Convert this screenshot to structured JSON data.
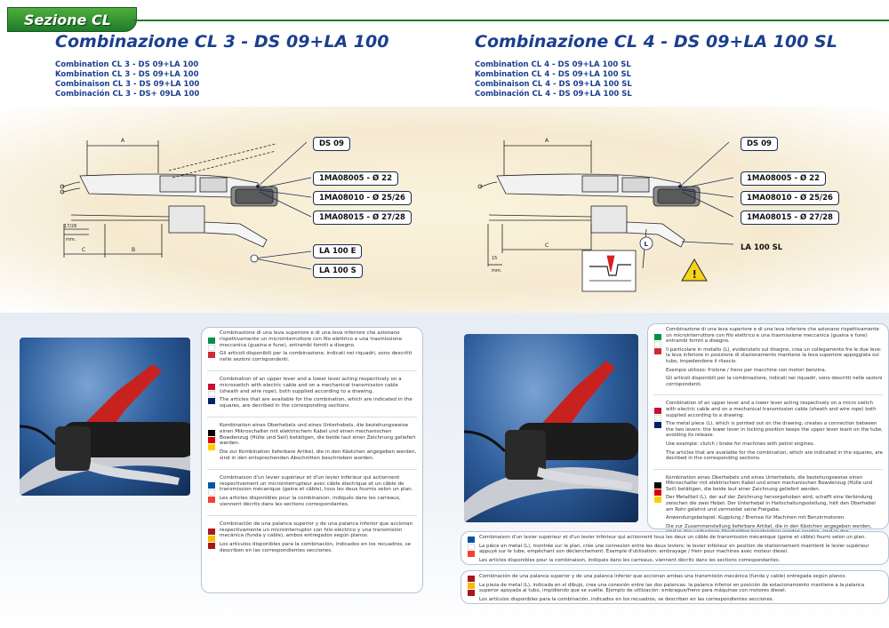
{
  "header": {
    "section_label": "Sezione CL"
  },
  "left": {
    "title": "Combinazione CL 3 - DS 09+LA 100",
    "subtitles": [
      "Combination CL 3 - DS 09+LA 100",
      "Kombination CL 3 - DS 09+LA 100",
      "Combinaison CL 3 - DS 09+LA 100",
      "Combinación CL 3 - DS+ 09LA 100"
    ],
    "callouts": {
      "ds": "DS 09",
      "p1": "1MA08005 - Ø 22",
      "p2": "1MA08010 - Ø 25/26",
      "p3": "1MA08015 - Ø 27/28",
      "la1": "LA 100 E",
      "la2": "LA 100 S"
    },
    "dims": {
      "a": "A",
      "b": "B",
      "c": "C",
      "h": "17/26",
      "mm": "mm."
    },
    "text_blocks": [
      {
        "lang": "it",
        "lines": [
          "Combinazione di una leva superiore e di una leva inferiore che azionano rispettivamente un microinterruttore con filo elettrico e una trasmissione meccanica (guaina e fune), entrambi forniti a disegno.",
          "Gli articoli disponibili per la combinazione, indicati nei riquadri, sono descritti nelle sezioni corrispondenti."
        ]
      },
      {
        "lang": "en",
        "lines": [
          "Combination of an upper lever and a lower lever acting respectively on a microswitch with electric cable and on a mechanical transmission cable (sheath and wire rope), both supplied according to a drawing.",
          "The articles that are available for the combination, which are indicated in the squares, are decribed in the corresponding sections."
        ]
      },
      {
        "lang": "de",
        "lines": [
          "Kombination eines Oberhebels und eines Unterhebels, die beziehungsweise einen Mikroschalter mit elektrischem Kabel und einen mechanischen Bowdenzug (Hülle und Seil) betätigen, die beide laut einer Zeichnung geliefert werden.",
          "Die zur Kombination lieferbare Artikel, die in den Kästchen angegeben werden, sind in den entsprechenden Abschnitten beschrieben worden."
        ]
      },
      {
        "lang": "fr",
        "lines": [
          "Combinaison d'un levier supérieur et d'un levier inférieur qui actionnent respectivement un microinterrupteur avec câble électrique et un câble de transmission mécanique (gaine et câble), tous les deux fournis selon un plan.",
          "Les articles disponibles pour la combinaison, indiqués dans les carreaux, viennent décrits dans les sections correspondantes."
        ]
      },
      {
        "lang": "es",
        "lines": [
          "Combinación de una palanca superior y de una palanca inferior que accionan respectivamente un microinterruptor con hilo eléctrico y una transmisión mecánica (funda y cable), ambos entregados según planos.",
          "Los artículos disponibles para la combinación, indicados en los recuadros, se describen en las correspondientes secciones."
        ]
      }
    ]
  },
  "right": {
    "title": "Combinazione CL 4 - DS 09+LA 100 SL",
    "subtitles": [
      "Combination CL 4 - DS 09+LA 100 SL",
      "Kombination CL 4 - DS 09+LA 100 SL",
      "Combinaison CL 4 - DS 09+LA 100 SL",
      "Combinación CL 4 - DS 09+LA 100 SL"
    ],
    "callouts": {
      "ds": "DS 09",
      "p1": "1MA08005 - Ø 22",
      "p2": "1MA08010 - Ø 25/26",
      "p3": "1MA08015 - Ø 27/28",
      "la": "LA 100 SL"
    },
    "dims": {
      "a": "A",
      "c": "C",
      "l": "L",
      "h": "15",
      "mm": "mm.",
      "warn": "!"
    },
    "text_blocks": [
      {
        "lang": "it",
        "lines": [
          "Combinazione di una leva superiore e di una leva inferiore che azionano rispettivamente un microinterruttore con filo elettrico e una trasmissione meccanica (guaina e fune) entrambi forniti a disegno.",
          "Il particolare in metallo (L), evidenziato sul disegno, crea un collegamento fra le due leve: la leva inferiore in posizione di stazionamento mantiene la leva superiore appoggiata sul tubo, impedendone il rilascio.",
          "Esempio utilizzo: frizione / freno per macchine con motori benzina.",
          "Gli articoli disponibili per la combinazione, indicati nei riquadri, sono descritti nelle sezioni corrispondenti."
        ]
      },
      {
        "lang": "en",
        "lines": [
          "Combination of an upper lever and a lower lever acting respectively on a micro switch with electric cable and on a mechanical transmission cable (sheath and wire rope) both supplied according to a drawing.",
          "The metal piece (L), which is pointed out on the drawing, creates a connection between the two levers: the lower lever in locking position keeps the upper lever leant on the tube, avoiding its release.",
          "Use example: clutch / brake for machines with petrol engines.",
          "The articles that are available for the combination, which are indicated in the squares, are decribed in the corresponding sections."
        ]
      },
      {
        "lang": "de",
        "lines": [
          "Kombination eines Oberhebels und eines Unterhebels, die beziehungsweise einen Mikroschalter mit elektrischem Kabel und einen mechanischen Bowdenzug (Hülle und Seil) betätigen, die beide laut einer Zeichnung geliefert werden.",
          "Der Metallteil (L), der auf der Zeichnung hervorgehoben wird, schafft eine Verbindung zwischen die zwei Hebel: Der Unterhebel in Haltschaltungsstellung, hält den Oberhebel am Rohr gelehnt und vermeidet seine Freigabe.",
          "Anwendungsbeispiel: Kupplung / Bremse für Machinen mit Benzinmotoren.",
          "Die zur Zusammenstellung lieferbare Artikel, die in den Kästchen angegeben werden, sind in den vorherigen Abschnitten beschrieben worden.werden, sind in den entsprechenden Abschnitten beschrieben worden."
        ]
      },
      {
        "lang": "fr",
        "lines": [
          "Combinaison d'un levier supérieur et d'un levier inférieur qui actionnent tous les deux un câble de transmission mécanique (gaine et câble) fourni selon un plan.",
          "La pièce en metal (L), montrée sur le plan, crée une connexion entre les deux leviers: le levier inférieur en position de stationnement maintient le levier supérieur appuyé sur le tube, empêchant son déclenchement.  Exemple d'utilisation: embrayage / frein pour machines avec moteur diesel.",
          "Les articles disponibles pour la combinaison, indiqués dans les carreaux, viennent décrits dans les sections correspondantes."
        ]
      },
      {
        "lang": "es",
        "lines": [
          "Combinación de una palanca superior y de una palanca inferior que accionan ambas una transmisión mecánica (funda y cable) entregada según planos.",
          "La pieza de metal (L), indicada en el dibujo, crea una conexión entre las dos palancas: la palanca inferior en posición de estacionamiento mantiene a la palanca superior apoyada al tubo, impidiendo que se suelte.  Ejemplo de utilización: embrague/freno para máquinas con motores diesel.",
          "Los artículos disponibles para la combinación, indicados en los recuadros, se describen en las correspondientes secciones."
        ]
      }
    ]
  },
  "flag_colors": {
    "it": [
      "#009246",
      "#ffffff",
      "#ce2b37"
    ],
    "en": [
      "#c8102e",
      "#ffffff",
      "#012169"
    ],
    "de": [
      "#000000",
      "#dd0000",
      "#ffce00"
    ],
    "fr": [
      "#0055a4",
      "#ffffff",
      "#ef4135"
    ],
    "es": [
      "#aa151b",
      "#f1bf00",
      "#aa151b"
    ]
  }
}
